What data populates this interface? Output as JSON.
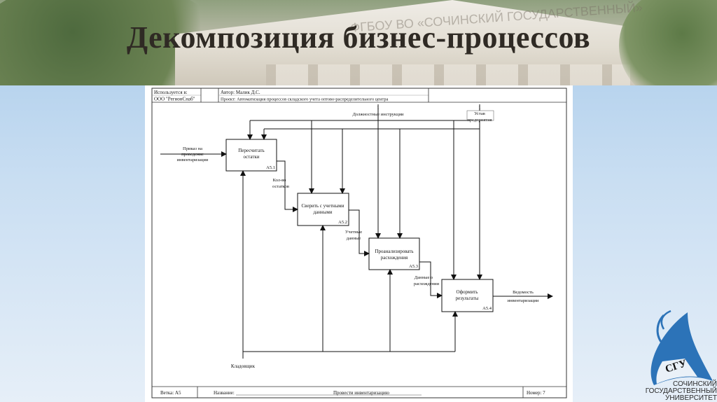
{
  "slide": {
    "title": "Декомпозиция бизнес-процессов",
    "background_photo_text": "ФГБОУ ВО «СОЧИНСКИЙ ГОСУДАРСТВЕННЫЙ»"
  },
  "diagram": {
    "header": {
      "used_in_label": "Используется в:",
      "used_in_value": "ООО \"РегионСнаб\"",
      "author": "Автор: Малик Д.С.",
      "project": "Проект: Автоматизация процессов складского учета оптово-распределительного центра"
    },
    "boxes": [
      {
        "label_lines": [
          "Пересчитать",
          "остатки"
        ],
        "id": "А5.1"
      },
      {
        "label_lines": [
          "Сверить с учетными",
          "данными"
        ],
        "id": "А5.2"
      },
      {
        "label_lines": [
          "Проанализировать",
          "расхождения"
        ],
        "id": "А5.3"
      },
      {
        "label_lines": [
          "Оформить",
          "результаты"
        ],
        "id": "А5.4"
      }
    ],
    "arrows": {
      "input": [
        "Приказ на",
        "проведение",
        "инвентаризации"
      ],
      "control_1": "Должностные инструкции",
      "control_2": [
        "Устав",
        "предприятия"
      ],
      "flow_1": [
        "Кол-во",
        "остатков"
      ],
      "flow_2": [
        "Учетные",
        "данные"
      ],
      "flow_3": [
        "Данные о",
        "расхождении"
      ],
      "output": [
        "Ведомость",
        "инвентаризации"
      ],
      "mechanism": "Кладовщик"
    },
    "footer": {
      "node": "Ветка: А5",
      "name_label": "Название:",
      "name_value": "Провести инвентаризацию",
      "number": "Номер: 7"
    }
  },
  "logo": {
    "badge": "СГУ",
    "lines": [
      "СОЧИНСКИЙ",
      "ГОСУДАРСТВЕННЫЙ",
      "УНИВЕРСИТЕТ"
    ]
  },
  "colors": {
    "title": "#2f2a24",
    "panel_bg": "#ffffff",
    "logo_blue": "#2c73b8",
    "slide_bg": "#c9def2"
  }
}
